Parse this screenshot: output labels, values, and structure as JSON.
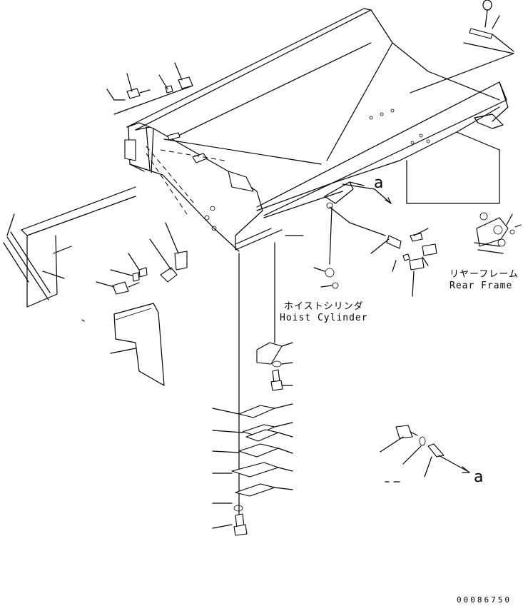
{
  "labels": {
    "rear_frame_jp": "リヤーフレーム",
    "rear_frame_en": "Rear Frame",
    "hoist_cylinder_jp": "ホイストシリンダ",
    "hoist_cylinder_en": "Hoist Cylinder",
    "ref_top": "a",
    "ref_bottom": "a",
    "drawing_number": "00086750"
  }
}
